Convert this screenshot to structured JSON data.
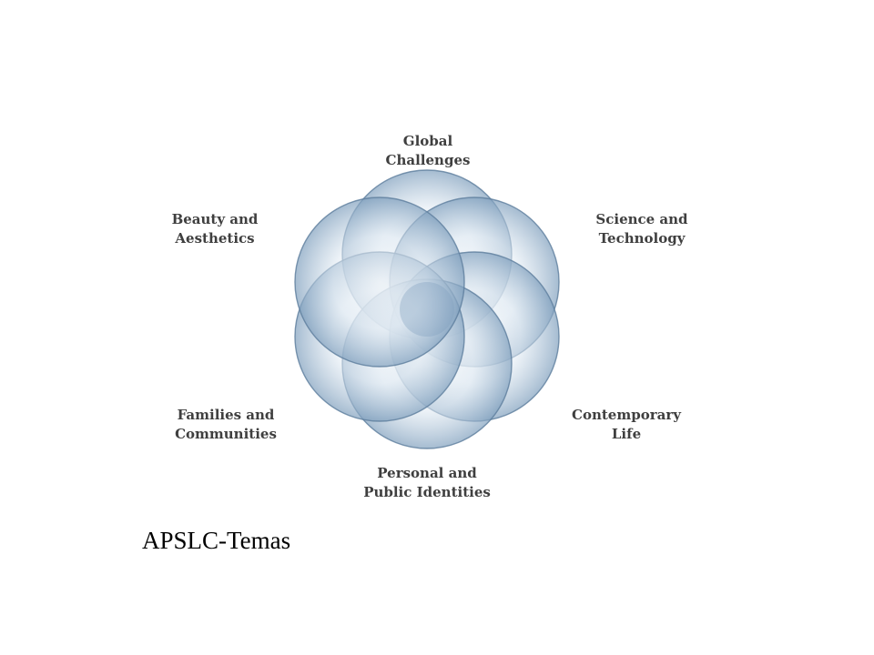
{
  "diagram": {
    "themes": [
      {
        "line1": "Global",
        "line2": "Challenges"
      },
      {
        "line1": "Science and",
        "line2": "Technology"
      },
      {
        "line1": "Contemporary",
        "line2": "Life"
      },
      {
        "line1": "Personal and",
        "line2": "Public Identities"
      },
      {
        "line1": "Families and",
        "line2": "Communities"
      },
      {
        "line1": "Beauty and",
        "line2": "Aesthetics"
      }
    ],
    "colors": {
      "circle_center": "#ffffff",
      "circle_mid": "#dfe9f2",
      "circle_edge": "#7f9fbd",
      "circle_stroke": "#5c7d9c",
      "label": "#3f3f3f"
    }
  },
  "caption": "APSLC-Temas"
}
